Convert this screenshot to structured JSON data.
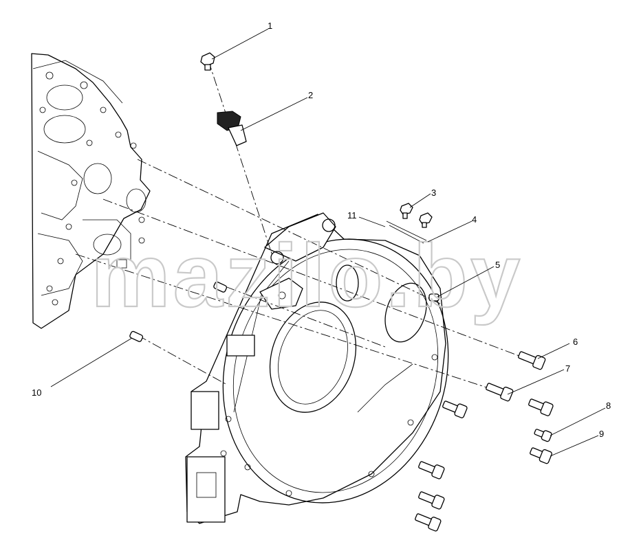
{
  "watermark": "mazilo.by",
  "callouts": [
    "1",
    "2",
    "3",
    "4",
    "5",
    "6",
    "7",
    "8",
    "9",
    "10",
    "11"
  ]
}
